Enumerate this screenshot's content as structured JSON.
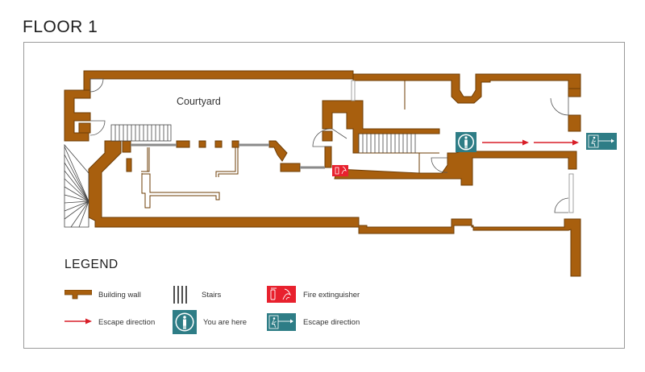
{
  "title": "FLOOR 1",
  "map": {
    "courtyard_label": "Courtyard",
    "colors": {
      "wall": "#a85f0e",
      "wall_stroke": "#6e3d06",
      "escape_arrow": "#d81e28",
      "fire": "#e8212e",
      "you_are_here": "#2e7d86",
      "escape_sign": "#2e7d86"
    }
  },
  "legend": {
    "title": "LEGEND",
    "items": [
      {
        "label": "Building wall",
        "icon": "building-wall-icon"
      },
      {
        "label": "Stairs",
        "icon": "stairs-icon"
      },
      {
        "label": "Fire extinguisher",
        "icon": "fire-extinguisher-icon"
      },
      {
        "label": "Escape direction",
        "icon": "escape-arrow-icon"
      },
      {
        "label": "You are here",
        "icon": "you-are-here-icon"
      },
      {
        "label": "Escape direction",
        "icon": "escape-sign-icon"
      }
    ]
  }
}
